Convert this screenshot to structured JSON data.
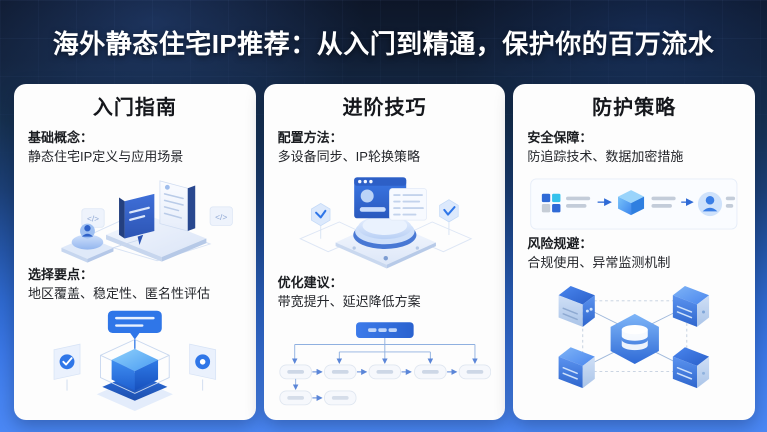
{
  "poster": {
    "title": "海外静态住宅IP推荐：从入门到精通，保护你的百万流水",
    "background_top_color": "#0d1628",
    "background_bottom_color": "#4b88f5",
    "accent_color": "#3c79e8"
  },
  "cards": [
    {
      "heading": "入门指南",
      "sections": [
        {
          "label": "基础概念：",
          "text": "静态住宅IP定义与应用场景"
        },
        {
          "label": "选择要点：",
          "text": "地区覆盖、稳定性、匿名性评估"
        }
      ],
      "illustrations": [
        {
          "name": "isometric-documents-platform"
        },
        {
          "name": "isometric-secure-cube"
        }
      ]
    },
    {
      "heading": "进阶技巧",
      "sections": [
        {
          "label": "配置方法：",
          "text": "多设备同步、IP轮换策略"
        },
        {
          "label": "优化建议：",
          "text": "带宽提升、延迟降低方案"
        }
      ],
      "illustrations": [
        {
          "name": "isometric-browser-platform"
        },
        {
          "name": "process-flowchart"
        }
      ]
    },
    {
      "heading": "防护策略",
      "sections": [
        {
          "label": "安全保障：",
          "text": "防追踪技术、数据加密措施"
        },
        {
          "label": "风险规避：",
          "text": "合规使用、异常监测机制"
        }
      ],
      "illustrations": [
        {
          "name": "encryption-pipeline-diagram"
        },
        {
          "name": "server-network-topology"
        }
      ]
    }
  ]
}
